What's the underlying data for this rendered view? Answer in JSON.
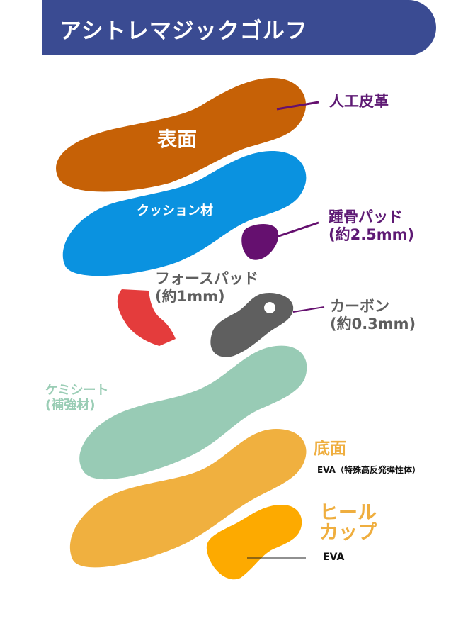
{
  "header": {
    "title": "アシトレマジックゴルフ",
    "background_color": "#3a4b92"
  },
  "layers": [
    {
      "id": "surface",
      "inner_label": "表面",
      "callout": "人工皮革",
      "color": "#c66106"
    },
    {
      "id": "cushion",
      "inner_label": "クッション材",
      "color": "#0a92e0"
    },
    {
      "id": "heel_bone_pad",
      "callout_line1": "踵骨パッド",
      "callout_line2": "(約2.5mm)",
      "color": "#65106f"
    },
    {
      "id": "force_pad",
      "callout_line1": "フォースパッド",
      "callout_line2": "(約1mm)",
      "color": "#e43c3c"
    },
    {
      "id": "carbon",
      "callout_line1": "カーボン",
      "callout_line2": "(約0.3mm)",
      "color": "#5f5f5f"
    },
    {
      "id": "chemi_sheet",
      "callout_line1": "ケミシート",
      "callout_line2": "(補強材)",
      "color": "#98cbb5"
    },
    {
      "id": "bottom",
      "callout": "底面",
      "sub": "EVA（特殊高反発弾性体）",
      "color": "#f0b03f"
    },
    {
      "id": "heel_cup",
      "callout_line1": "ヒール",
      "callout_line2": "カップ",
      "sub": "EVA",
      "color": "#fdaa00"
    }
  ]
}
